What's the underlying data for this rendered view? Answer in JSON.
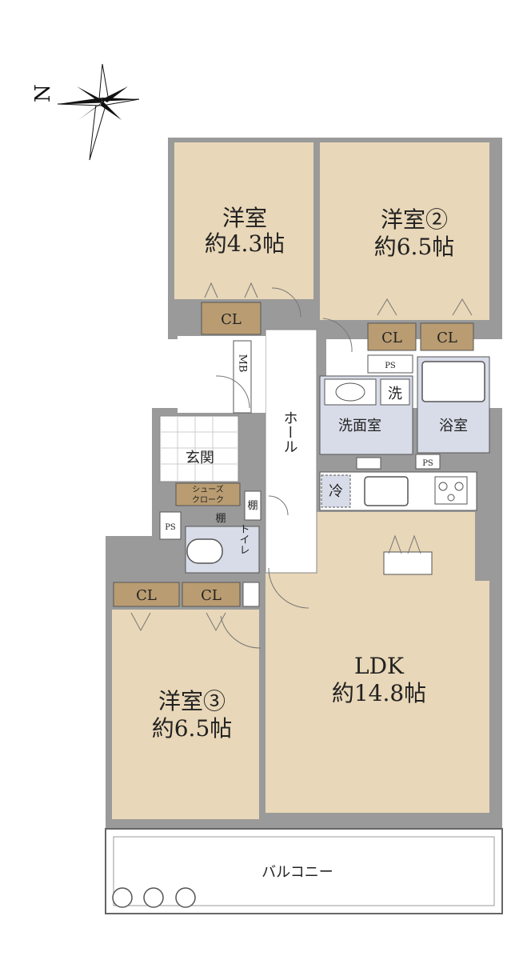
{
  "compass": {
    "label": "N"
  },
  "rooms": {
    "western1": {
      "name": "洋室",
      "size": "約4.3帖"
    },
    "western2": {
      "name": "洋室②",
      "size": "約6.5帖"
    },
    "western3": {
      "name": "洋室③",
      "size": "約6.5帖"
    },
    "ldk": {
      "name": "LDK",
      "size": "約14.8帖"
    },
    "entrance": "玄関",
    "hall": "ホール",
    "washroom": "洗面室",
    "bath": "浴室",
    "toilet": "トイレ",
    "balcony": "バルコニー",
    "shoe_closet_1": "シューズ",
    "shoe_closet_2": "クローク",
    "mb": "MB"
  },
  "labels": {
    "cl": "CL",
    "ps": "PS",
    "shelf": "棚",
    "washer": "洗",
    "fridge": "冷"
  },
  "colors": {
    "room": "#e8d7b8",
    "closet": "#b99c71",
    "wet": "#d8dce8",
    "wall": "#9a9a9a",
    "line": "#555555"
  }
}
